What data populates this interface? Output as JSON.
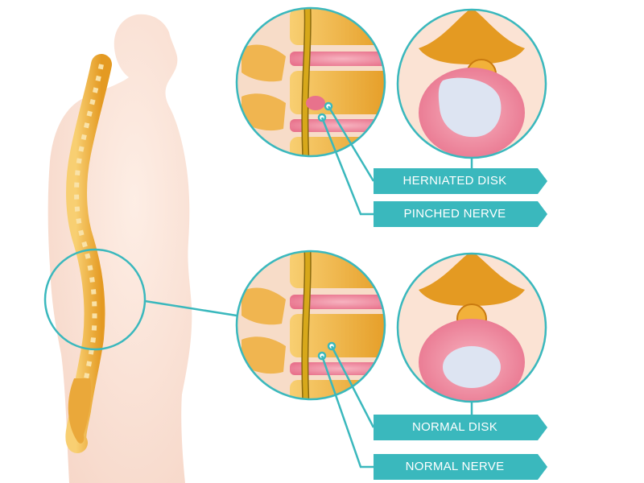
{
  "labels": {
    "herniated_disk": "HERNIATED DISK",
    "pinched_nerve": "PINCHED NERVE",
    "normal_disk": "NORMAL DISK",
    "normal_nerve": "NORMAL NERVE"
  },
  "colors": {
    "accent": "#3ab8bd",
    "skin": "#f6d6c6",
    "bone": "#f2b13a",
    "disk_pink": "#f08aa0",
    "nucleus": "#dde4f2",
    "nerve": "#d7a81a"
  },
  "icons": {
    "human_body": "human-body-silhouette-icon",
    "spine": "spine-icon"
  }
}
